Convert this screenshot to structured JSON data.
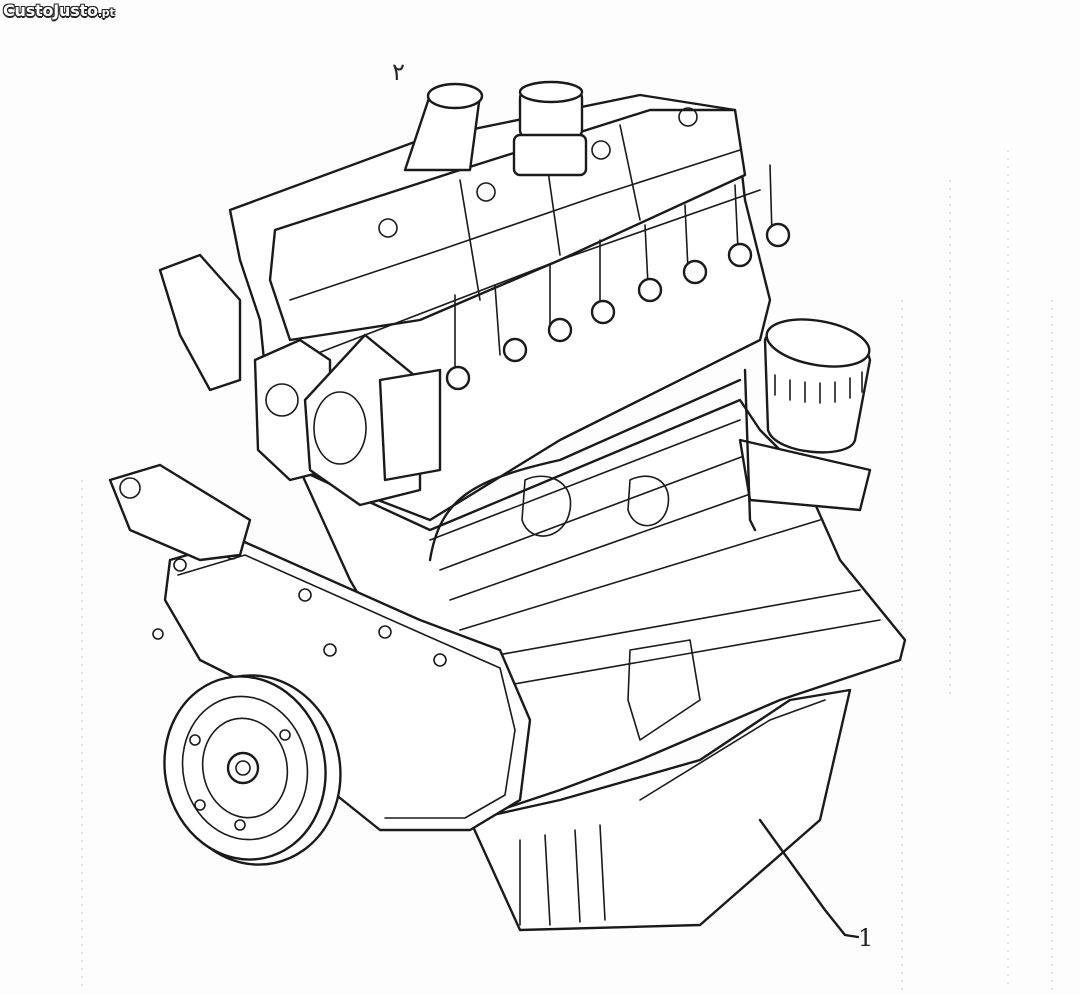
{
  "watermark": {
    "brand": "CustoJusto",
    "suffix": ".pt"
  },
  "diagram": {
    "part_callout": "1",
    "top_mark": "۲"
  },
  "colors": {
    "ink": "#1a1a1a",
    "paper": "#fdfdfd"
  }
}
